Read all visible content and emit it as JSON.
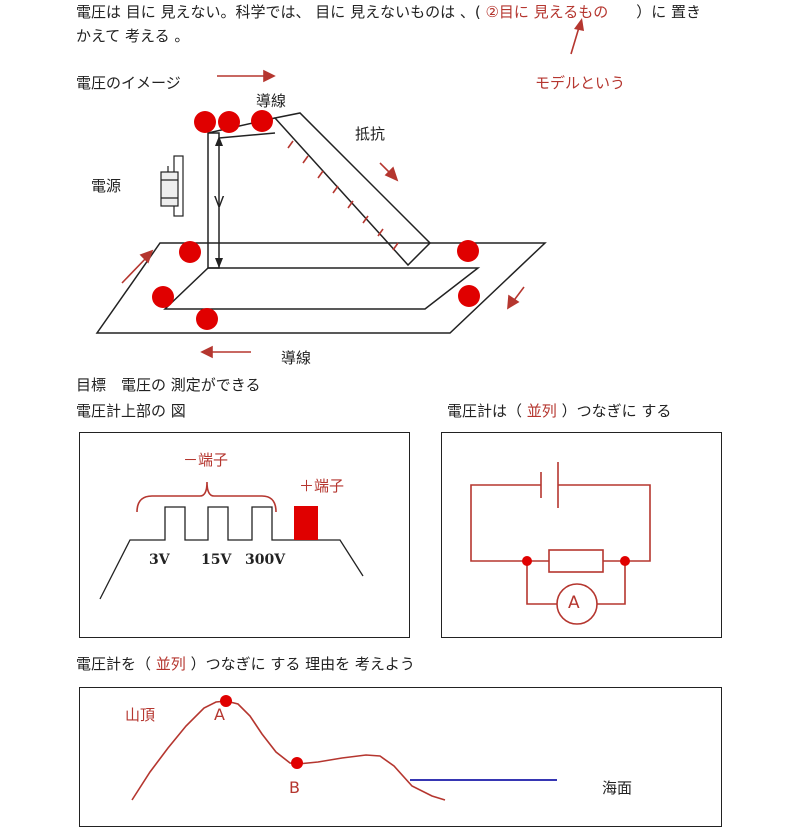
{
  "intro": {
    "line1_pre": "電圧は 目に 見えない。科学では、 目に 見えないものは 、( ",
    "line1_answer": "②目に 見えるもの",
    "line1_post": "）に 置き",
    "line2": "かえて 考える 。",
    "model_note": "モデルという"
  },
  "model": {
    "title": "電圧のイメージ",
    "wire_top": "導線",
    "resistor": "抵抗",
    "power": "電源",
    "v_label": "V",
    "wire_bottom": "導線"
  },
  "goal": {
    "text": "目標　電圧の 測定ができる"
  },
  "voltmeter_top": {
    "heading": "電圧計上部の 図",
    "minus": "－端子",
    "plus": "＋端子",
    "terminals": [
      "3V",
      "15V",
      "300V"
    ]
  },
  "voltmeter_conn": {
    "heading_pre": "電圧計は（ ",
    "heading_answer": "並列",
    "heading_post": " ）つなぎに する",
    "ammeter": "A"
  },
  "reason": {
    "heading_pre": "電圧計を（ ",
    "heading_answer": "並列",
    "heading_post": " ）つなぎに する 理由を 考えよう"
  },
  "mountain": {
    "peak": "山頂",
    "point_a": "A",
    "point_b": "B",
    "sea": "海面"
  },
  "colors": {
    "accent": "#b5362f",
    "dot": "#e00000",
    "sea": "#1a1aa8"
  }
}
